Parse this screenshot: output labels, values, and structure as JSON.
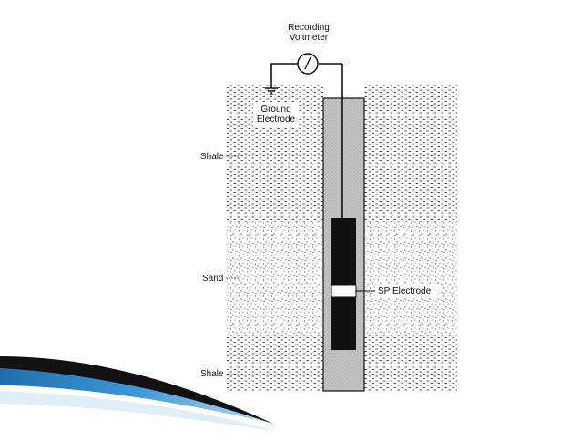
{
  "diagram": {
    "voltmeter_label_line1": "Recording",
    "voltmeter_label_line2": "Voltmeter",
    "ground_label_line1": "Ground",
    "ground_label_line2": "Electrode",
    "layers": [
      {
        "label": "Shale",
        "kind": "shale"
      },
      {
        "label": "Sand",
        "kind": "sand"
      },
      {
        "label": "Shale",
        "kind": "shale"
      }
    ],
    "electrode_label": "SP Electrode"
  },
  "colors": {
    "probe": "#111111",
    "borehole_fill": "#bdbdbd",
    "sand_dots": "#222222",
    "shale_dashes": "#333333",
    "swoosh_dark": "#111111",
    "swoosh_blue": "#2f86c7"
  },
  "icons": {
    "voltmeter": "voltmeter-dial-icon",
    "ground": "ground-symbol-icon"
  }
}
